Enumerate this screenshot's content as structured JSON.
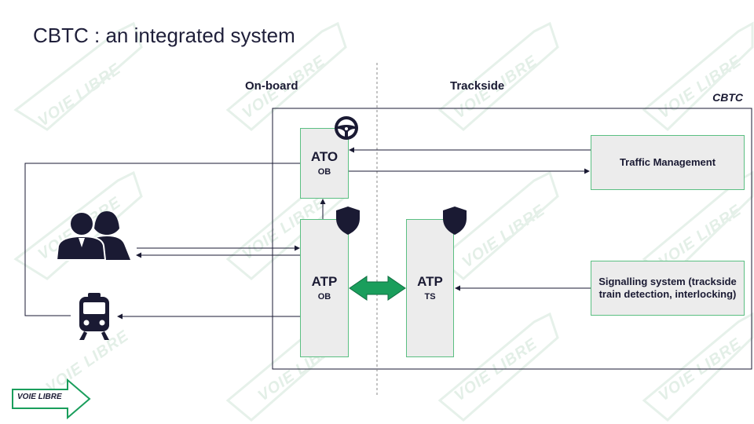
{
  "slide": {
    "title": "CBTC : an integrated system",
    "watermark": "VOIE LIBRE"
  },
  "columns": {
    "onboard": "On-board",
    "trackside": "Trackside"
  },
  "cbtc_label": "CBTC",
  "boxes": {
    "ato": {
      "title": "ATO",
      "sub": "OB"
    },
    "atp_ob": {
      "title": "ATP",
      "sub": "OB"
    },
    "atp_ts": {
      "title": "ATP",
      "sub": "TS"
    },
    "traffic": {
      "label": "Traffic Management"
    },
    "signalling": {
      "label": "Signalling system (trackside train detection, interlocking)"
    }
  },
  "icons": {
    "ato": "steering-wheel-icon",
    "atp": "shield-icon",
    "people": "people-icon",
    "train": "train-icon",
    "logo": "voie-libre-arrow-logo"
  },
  "logo": {
    "text": "VOIE LIBRE"
  },
  "colors": {
    "accent": "#1a9e5c",
    "box_fill": "#ececec",
    "box_border": "#5bbf82",
    "dark": "#1a1a33",
    "watermark": "#e3efe7"
  }
}
